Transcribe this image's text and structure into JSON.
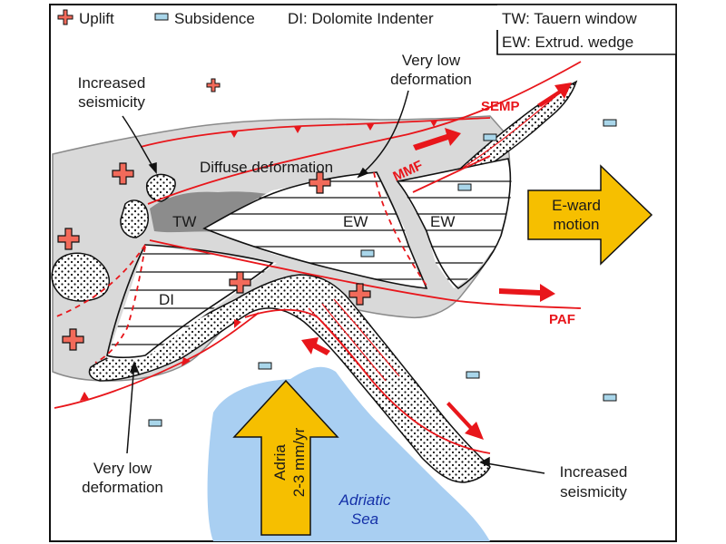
{
  "legend": {
    "uplift": "Uplift",
    "subsidence": "Subsidence",
    "dolomite": "DI: Dolomite Indenter",
    "tauern": "TW: Tauern window",
    "extruded": "EW: Extrud. wedge"
  },
  "labels": {
    "increased_seismicity_top": [
      "Increased",
      "seismicity"
    ],
    "very_low_deformation_top": [
      "Very low",
      "deformation"
    ],
    "diffuse_deformation": "Diffuse deformation",
    "tw": "TW",
    "ew_left": "EW",
    "ew_right": "EW",
    "di": "DI",
    "very_low_deformation_bottom": [
      "Very low",
      "deformation"
    ],
    "increased_seismicity_bottom": [
      "Increased",
      "seismicity"
    ],
    "eward_motion": [
      "E-ward",
      "motion"
    ],
    "adria": [
      "Adria",
      "2-3 mm/yr"
    ],
    "adriatic_sea": [
      "Adriatic",
      "Sea"
    ]
  },
  "faults": {
    "semp": "SEMP",
    "mmf": "MMF",
    "paf": "PAF"
  },
  "colors": {
    "uplift": "#f26a5a",
    "subsidence": "#a9d6ea",
    "fault": "#e8161b",
    "sea": "#a9cff2",
    "deformation_zone": "#d9d9d9",
    "tauern_window": "#8c8c8c",
    "arrow_fill": "#f6bf00"
  }
}
